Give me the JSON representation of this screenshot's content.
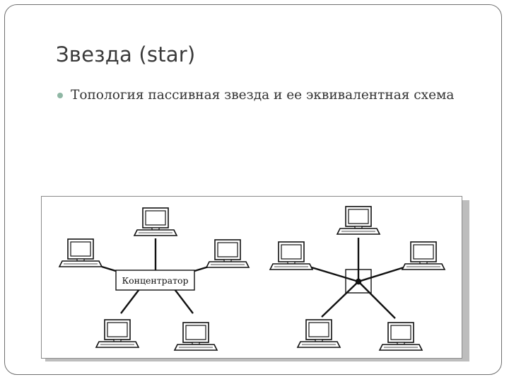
{
  "slide": {
    "title": "Звезда (star)",
    "bullets": [
      {
        "text": "Топология пассивная звезда и ее эквивалентная схема"
      }
    ]
  },
  "diagram": {
    "left": {
      "hub_label": "Концентратор",
      "nodes": [
        "top",
        "upper-left",
        "upper-right",
        "lower-left",
        "lower-right"
      ]
    },
    "right": {
      "nodes": [
        "top",
        "upper-left",
        "upper-right",
        "lower-left",
        "lower-right"
      ]
    }
  },
  "colors": {
    "frame": "#6f6f6f",
    "title": "#3a3a3a",
    "bullet": "#8fb7a4",
    "line": "#111111"
  },
  "icons": [
    "computer-icon",
    "bullet-icon"
  ]
}
